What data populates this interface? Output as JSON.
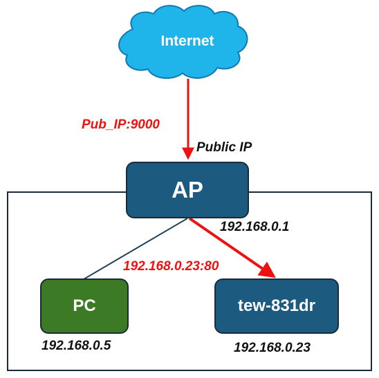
{
  "colors": {
    "cloud_fill": "#1fb4ea",
    "cloud_stroke": "#0e79b2",
    "ap_fill": "#1c5b7f",
    "pc_fill": "#3c7a26",
    "router_fill": "#1c5b7f",
    "node_stroke": "#1a2a3a",
    "red_arrow": "#ee1111",
    "line": "#1c3f55",
    "frame": "#1a2a3a"
  },
  "cloud": {
    "label": "Internet"
  },
  "ap": {
    "label": "AP"
  },
  "pc": {
    "label": "PC"
  },
  "router": {
    "label": "tew-831dr"
  },
  "labels": {
    "pub_ip_port": "Pub_IP:9000",
    "public_ip": "Public IP",
    "ap_lan_ip": "192.168.0.1",
    "forward_target": "192.168.0.23:80",
    "pc_ip": "192.168.0.5",
    "router_ip": "192.168.0.23"
  }
}
